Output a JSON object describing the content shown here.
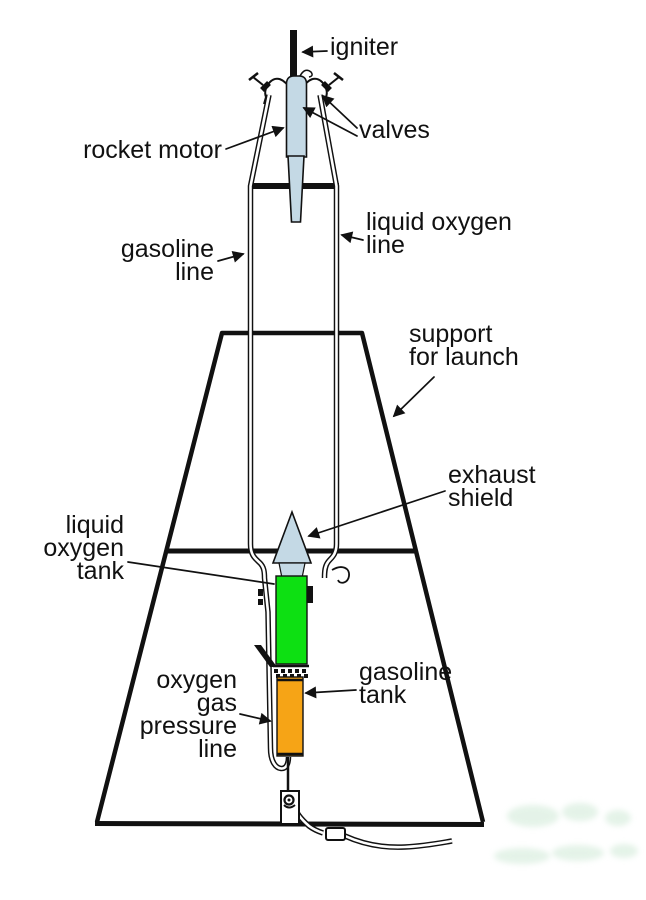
{
  "diagram": {
    "labels": {
      "igniter": "igniter",
      "valves": "valves",
      "rocket_motor": "rocket motor",
      "gasoline_line": "gasoline\nline",
      "liquid_oxygen_line": "liquid oxygen\nline",
      "support_for_launch": "support\nfor launch",
      "exhaust_shield": "exhaust\nshield",
      "liquid_oxygen_tank": "liquid\noxygen\ntank",
      "oxygen_gas_pressure_line": "oxygen\ngas\npressure\nline",
      "gasoline_tank": "gasoline\ntank"
    },
    "colors": {
      "ink": "#111111",
      "component_blue": "#c4d9e5",
      "oxygen_tank_green": "#0de012",
      "gasoline_tank_orange": "#f6a416",
      "background": "#ffffff",
      "watermark_green": "#cfe9d6"
    }
  }
}
